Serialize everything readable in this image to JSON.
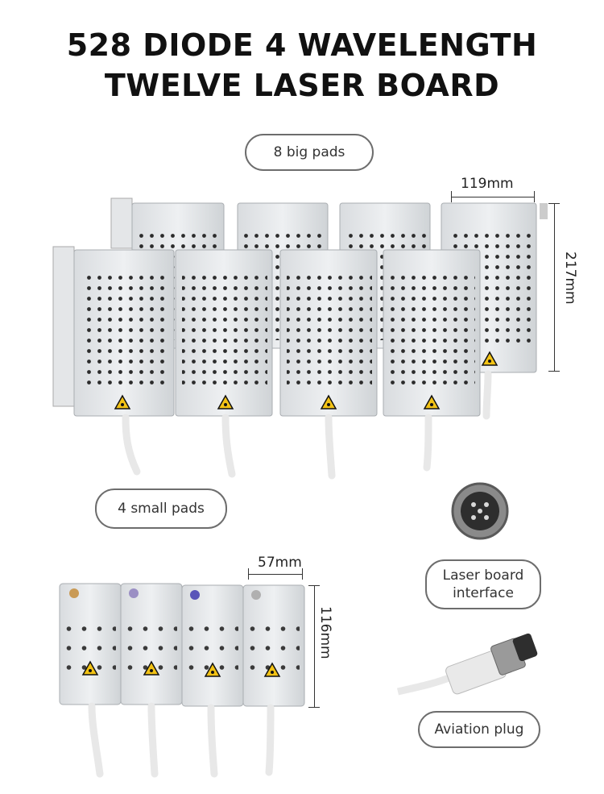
{
  "title": {
    "line1": "528 DIODE 4 WAVELENGTH",
    "line2": "TWELVE  LASER  BOARD"
  },
  "labels": {
    "big_pads": "8 big pads",
    "small_pads": "4 small pads",
    "interface_line1": "Laser board",
    "interface_line2": "interface",
    "aviation_plug": "Aviation plug"
  },
  "dimensions": {
    "big_width": "119mm",
    "big_height": "217mm",
    "small_width": "57mm",
    "small_height": "116mm"
  },
  "icons": [
    "laser-warning-icon",
    "connector-socket-icon",
    "aviation-plug-icon"
  ]
}
